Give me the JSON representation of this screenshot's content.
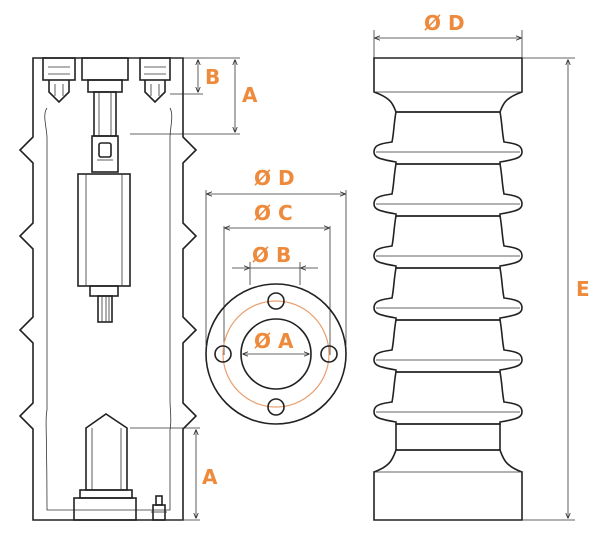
{
  "labels": {
    "side_b": "B",
    "side_a_top": "A",
    "side_a_bottom": "A",
    "flange_d": "Ø D",
    "flange_c": "Ø C",
    "flange_b": "Ø B",
    "flange_a": "Ø A",
    "body_d": "Ø D",
    "body_e": "E"
  },
  "colors": {
    "label": "#ee8a3c",
    "bolt_circle": "#e8a070",
    "line": "#222222"
  }
}
